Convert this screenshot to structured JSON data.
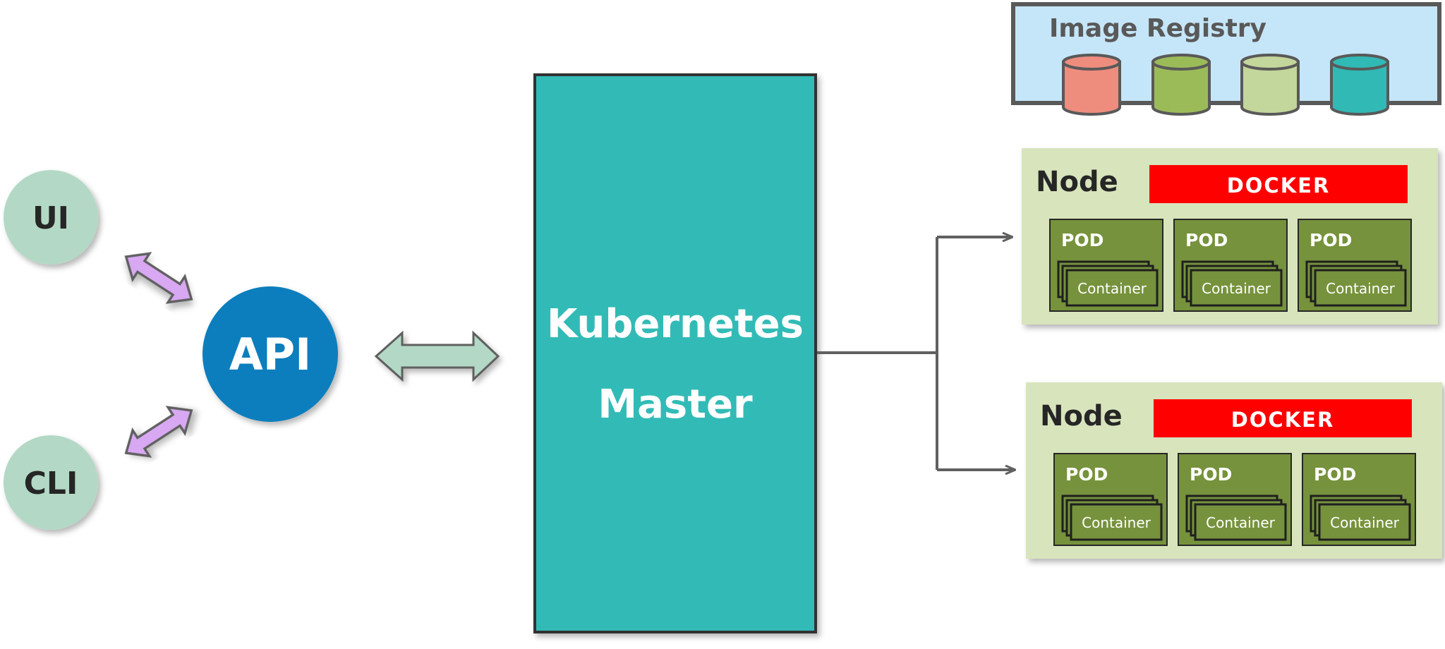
{
  "clients": {
    "ui_label": "UI",
    "cli_label": "CLI"
  },
  "api": {
    "label": "API"
  },
  "master": {
    "line1": "Kubernetes",
    "line2": "Master"
  },
  "registry": {
    "title": "Image Registry",
    "image_colors": [
      "#ee8c7e",
      "#9bbb59",
      "#c3d69b",
      "#31b9b6"
    ]
  },
  "nodes": [
    {
      "label": "Node",
      "runtime": "DOCKER",
      "pods": [
        {
          "label": "POD",
          "container": "Container"
        },
        {
          "label": "POD",
          "container": "Container"
        },
        {
          "label": "POD",
          "container": "Container"
        }
      ]
    },
    {
      "label": "Node",
      "runtime": "DOCKER",
      "pods": [
        {
          "label": "POD",
          "container": "Container"
        },
        {
          "label": "POD",
          "container": "Container"
        },
        {
          "label": "POD",
          "container": "Container"
        }
      ]
    }
  ],
  "colors": {
    "client_circle": "#b3d9c6",
    "api_circle": "#0e7ebd",
    "master_fill": "#31bbb6",
    "registry_fill": "#c5e6f8",
    "node_fill": "#d8e4bc",
    "pod_fill": "#76923c",
    "docker_fill": "#ff0000",
    "client_arrow": "#d8a8f3",
    "master_arrow": "#b3d9c6",
    "connector": "#606060"
  }
}
